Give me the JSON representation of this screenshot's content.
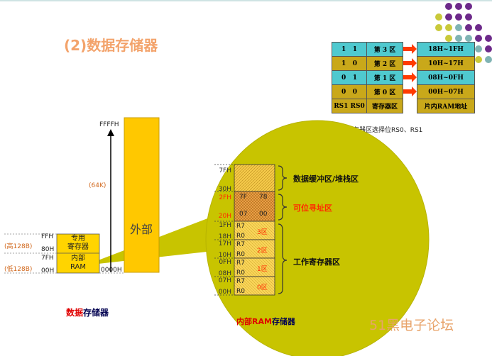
{
  "title": "(2)数据存储器",
  "watermark": "51黑电子论坛",
  "selection_caption": "工作寄存器区选择位RS0、RS1",
  "register_select_table": {
    "rows": [
      {
        "rs1": "1",
        "rs0": "1",
        "bank": "第 3 区",
        "range": "18H~1FH"
      },
      {
        "rs1": "1",
        "rs0": "0",
        "bank": "第 2 区",
        "range": "10H~17H"
      },
      {
        "rs1": "0",
        "rs0": "1",
        "bank": "第 1 区",
        "range": "08H~0FH"
      },
      {
        "rs1": "0",
        "rs0": "0",
        "bank": "第 0 区",
        "range": "00H~07H"
      }
    ],
    "header": {
      "rs": "RS1  RS0",
      "bank": "寄存器区",
      "range": "片内RAM地址"
    }
  },
  "left_map": {
    "addr_top": "FFFFH",
    "addr_ffh": "FFH",
    "addr_80h": "80H",
    "addr_7fh": "7FH",
    "addr_00h": "00H",
    "addr_0000h": "0000H",
    "size_64k": "(64K)",
    "high128": "(高128B)",
    "low128": "(低128B)",
    "external_label": "外部",
    "internal_top": "专用",
    "internal_mid": "寄存器",
    "internal_inner": "内部",
    "internal_ram": "RAM",
    "caption_red": "数据",
    "caption_rest": "存储器"
  },
  "internal_ram": {
    "caption_red": "内部RAM",
    "caption_rest": "存储器",
    "addr_7fh": "7FH",
    "addr_30h": "30H",
    "addr_2fh": "2FH",
    "addr_20h": "20H",
    "bit_7f": "7F",
    "bit_78": "78",
    "bit_07": "07",
    "bit_00": "00",
    "banks": [
      {
        "top": "1FH",
        "bottom": "18H",
        "r7": "R7",
        "r0": "R0",
        "name": "3区"
      },
      {
        "top": "17H",
        "bottom": "10H",
        "r7": "R7",
        "r0": "R0",
        "name": "2区"
      },
      {
        "top": "0FH",
        "bottom": "08H",
        "r7": "R7",
        "r0": "R0",
        "name": "1区"
      },
      {
        "top": "07H",
        "bottom": "00H",
        "r7": "R7",
        "r0": "R0",
        "name": "0区"
      }
    ],
    "label_buffer": "数据缓冲区/堆栈区",
    "label_bitaddr": "可位寻址区",
    "label_workreg": "工作寄存器区"
  },
  "colors": {
    "title": "#f3a36b",
    "cyan": "#4fc9cf",
    "olive": "#c9a81a",
    "ellipse": "#c8c400",
    "accent_red": "#ff2a00",
    "external_block": "#ffc800"
  }
}
